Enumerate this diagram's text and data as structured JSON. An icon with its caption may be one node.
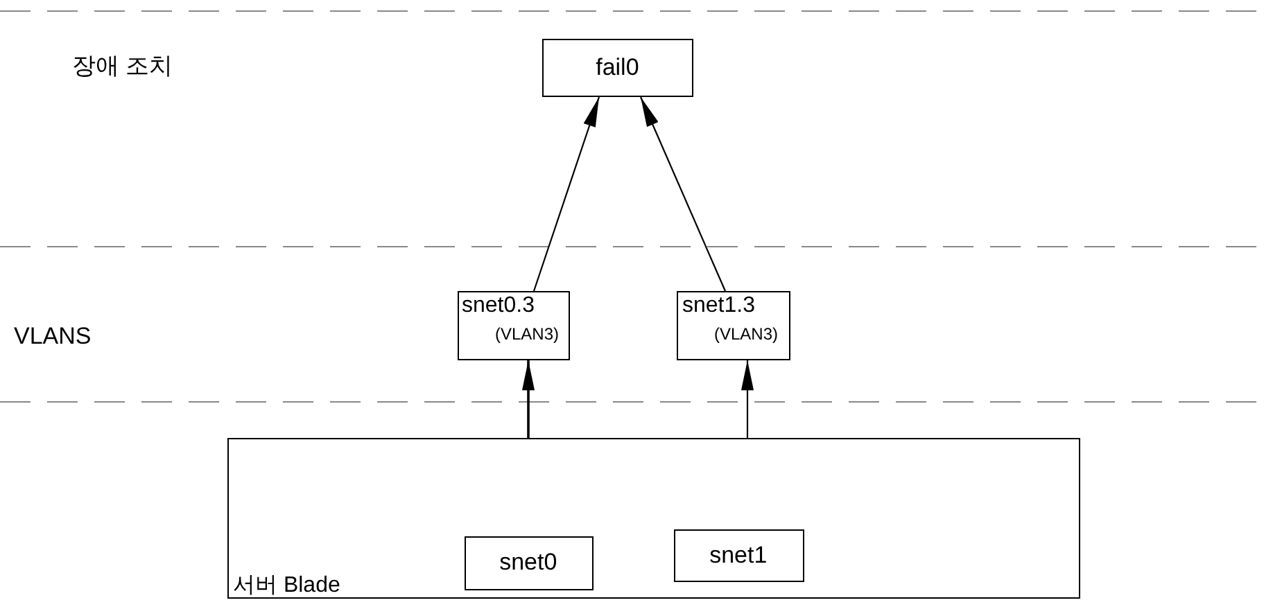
{
  "diagram": {
    "nodes": [
      {
        "text": [
          "fail0"
        ]
      },
      {
        "text": [
          "snet0.3",
          "(VLAN3)"
        ]
      },
      {
        "text": [
          "snet1.3",
          "(VLAN3)"
        ]
      },
      {
        "text": [
          "서버 Blade"
        ]
      },
      {
        "text": [
          "snet0"
        ],
        "in": 3
      },
      {
        "text": [
          "snet1"
        ],
        "in": 3
      }
    ],
    "edges": [
      {
        "from": 1,
        "to": 0,
        "arrow": "to"
      },
      {
        "from": 2,
        "to": 0,
        "arrow": "to"
      },
      {
        "from": 4,
        "to": 1,
        "arrow": "to"
      },
      {
        "from": 5,
        "to": 2,
        "arrow": "to"
      }
    ],
    "labels": [
      "장애 조치",
      "VLANS"
    ]
  }
}
